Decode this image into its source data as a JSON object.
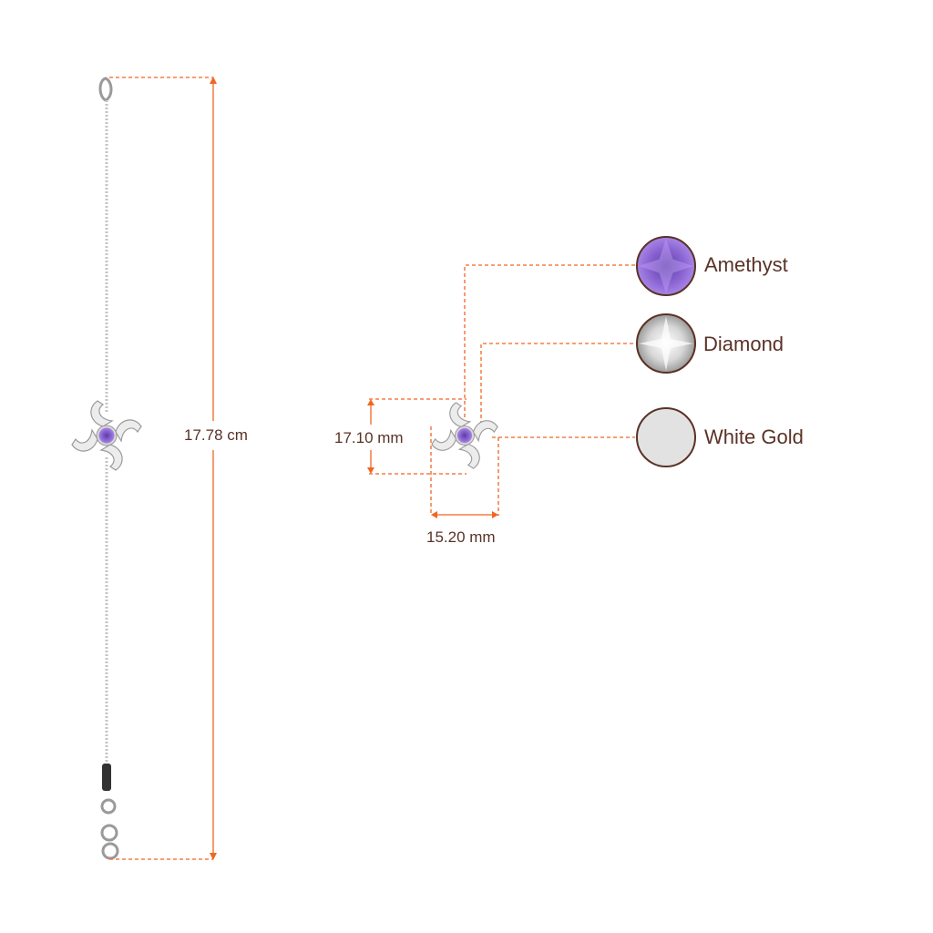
{
  "dimensions": {
    "total_length": "17.78 cm",
    "pendant_height": "17.10 mm",
    "pendant_width": "15.20 mm"
  },
  "materials": [
    {
      "name": "Amethyst",
      "color": "#8a63d2"
    },
    {
      "name": "Diamond",
      "color": "#e8e8e8"
    },
    {
      "name": "White Gold",
      "color": "#e2e2e2"
    }
  ],
  "colors": {
    "dimension_line": "#f26522",
    "text": "#5a3226",
    "swatch_border": "#5a3226",
    "metal": "#cfcfcf"
  }
}
